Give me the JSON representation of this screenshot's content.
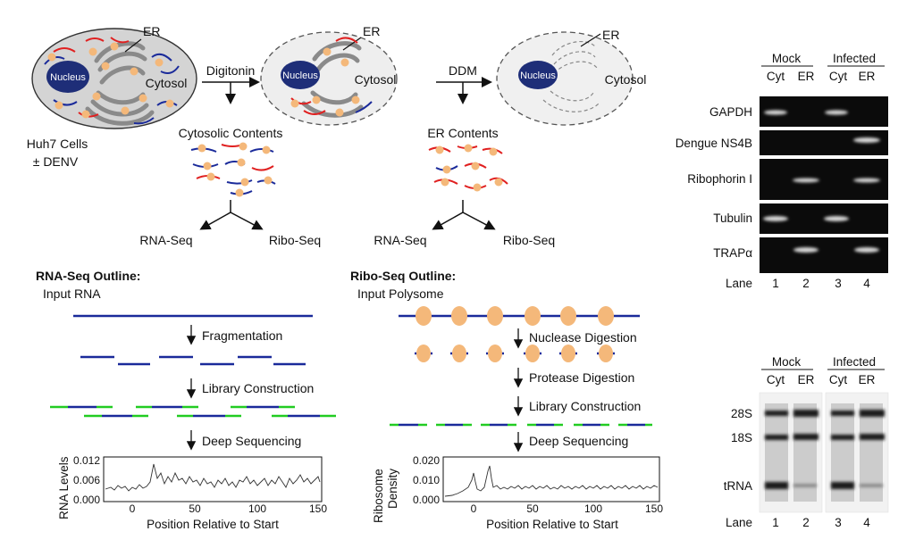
{
  "cells": {
    "nucleus": "Nucleus",
    "er": "ER",
    "cytosol": "Cytosol",
    "cell_label_1": "Huh7 Cells",
    "cell_label_2": "± DENV",
    "step1": "Digitonin",
    "step2": "DDM",
    "cytosolic_contents": "Cytosolic  Contents",
    "er_contents": "ER Contents",
    "rna_seq": "RNA-Seq",
    "ribo_seq": "Ribo-Seq"
  },
  "rna_outline": {
    "title": "RNA-Seq Outline:",
    "input": "Input RNA",
    "steps": [
      "Fragmentation",
      "Library Construction",
      "Deep Sequencing"
    ]
  },
  "ribo_outline": {
    "title": "Ribo-Seq Outline:",
    "input": "Input Polysome",
    "steps": [
      "Nuclease Digestion",
      "Protease Digestion",
      "Library Construction",
      "Deep Sequencing"
    ]
  },
  "plots": {
    "rna": {
      "ylabel": "RNA Levels",
      "yticks": [
        "0.012",
        "0.006",
        "0.000"
      ],
      "xticks": [
        "0",
        "50",
        "100",
        "150"
      ],
      "xlabel": "Position  Relative to Start"
    },
    "ribo": {
      "ylabel_1": "Ribosome",
      "ylabel_2": "Density",
      "yticks": [
        "0.020",
        "0.010",
        "0.000"
      ],
      "xticks": [
        "0",
        "50",
        "100",
        "150"
      ],
      "xlabel": "Position  Relative to Start"
    }
  },
  "western": {
    "group_mock": "Mock",
    "group_infected": "Infected",
    "cols": [
      "Cyt",
      "ER",
      "Cyt",
      "ER"
    ],
    "rows": [
      "GAPDH",
      "Dengue NS4B",
      "Ribophorin I",
      "Tubulin",
      "TRAPα"
    ],
    "lane_label": "Lane",
    "lanes": [
      "1",
      "2",
      "3",
      "4"
    ]
  },
  "gel": {
    "group_mock": "Mock",
    "group_infected": "Infected",
    "cols": [
      "Cyt",
      "ER",
      "Cyt",
      "ER"
    ],
    "bands": [
      "28S",
      "18S",
      "tRNA"
    ],
    "lane_label": "Lane",
    "lanes": [
      "1",
      "2",
      "3",
      "4"
    ]
  },
  "colors": {
    "er_membrane": "#8a8a8a",
    "ribosome": "#f4b87a",
    "rna_strand": "#1a2a9a",
    "rna_red": "#e02020",
    "adapter": "#22cc22",
    "nucleus": "#1e2e78",
    "cell_fill": "#d4d4d4"
  }
}
